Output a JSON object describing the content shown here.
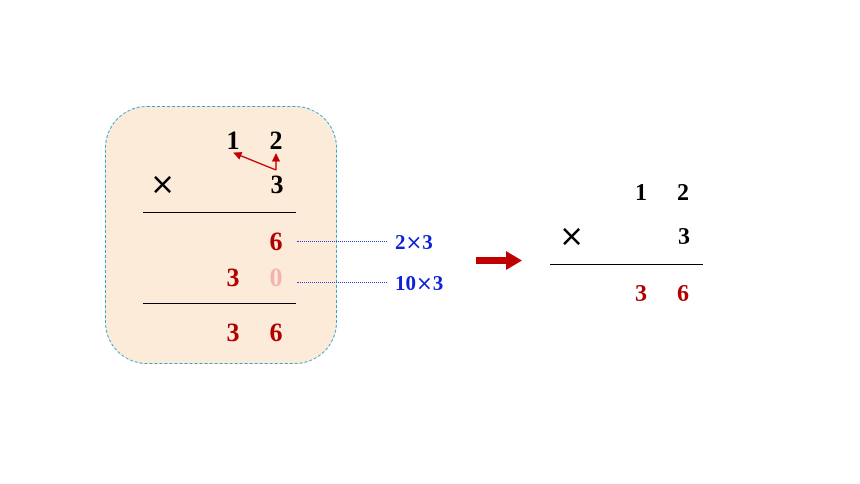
{
  "left_panel": {
    "multiplicand": [
      "1",
      "2"
    ],
    "operator": "×",
    "multiplier": "3",
    "partial_ones": "6",
    "partial_tens": [
      "3",
      "0"
    ],
    "result": [
      "3",
      "6"
    ]
  },
  "annotations": {
    "ones_label": {
      "a": "2",
      "b": "3"
    },
    "tens_label": {
      "a": "10",
      "b": "3"
    },
    "times_sign": "×"
  },
  "right_panel": {
    "multiplicand": [
      "1",
      "2"
    ],
    "operator": "×",
    "multiplier": "3",
    "result": [
      "3",
      "6"
    ]
  },
  "colors": {
    "panel_fill": "#fdebd9",
    "panel_border": "#2aa8d8",
    "result_red": "#b00000",
    "faded_zero": "#f5b3ae",
    "annotation_blue": "#0b22d8",
    "arrow_red": "#c00000"
  }
}
